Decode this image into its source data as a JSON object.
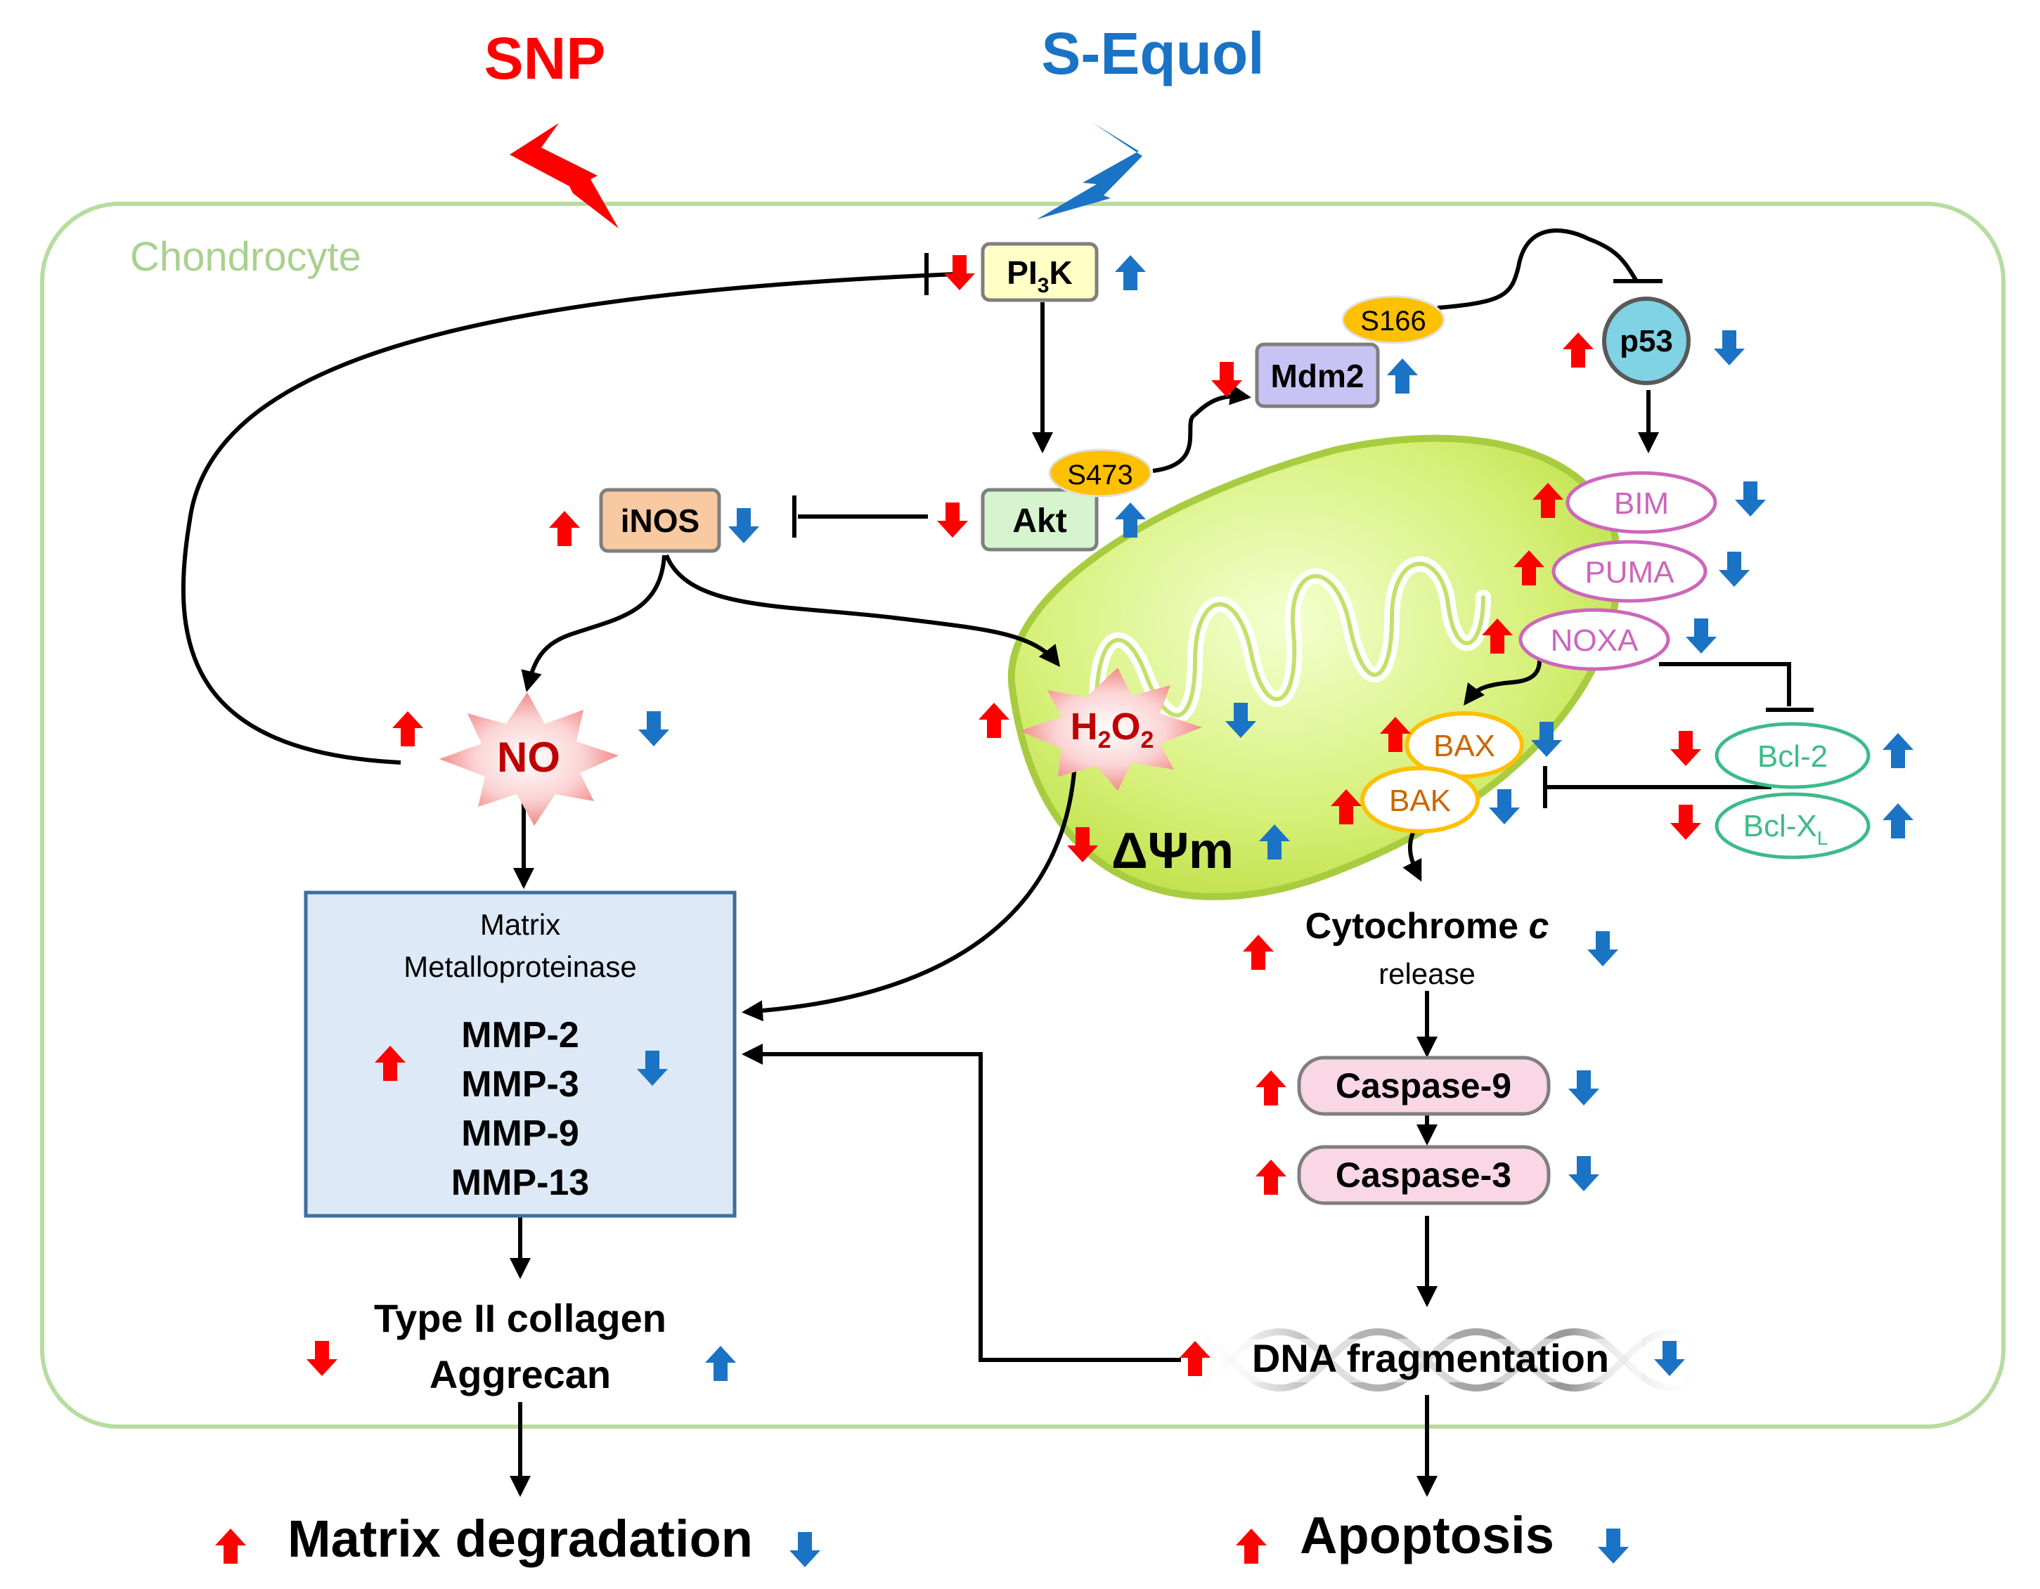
{
  "stimuli": {
    "snp": "SNP",
    "equol": "S-Equol"
  },
  "cell_label": "Chondrocyte",
  "nodes": {
    "pi3k_main": "PI",
    "pi3k_sub": "3",
    "pi3k_end": "K",
    "akt": "Akt",
    "s473": "S473",
    "mdm2": "Mdm2",
    "s166": "S166",
    "p53": "p53",
    "inos": "iNOS",
    "no": "NO",
    "h2o2_h": "H",
    "h2o2_2a": "2",
    "h2o2_o": "O",
    "h2o2_2b": "2",
    "bim": "BIM",
    "puma": "PUMA",
    "noxa": "NOXA",
    "bax": "BAX",
    "bak": "BAK",
    "bcl2": "Bcl-2",
    "bclxl_main": "Bcl-X",
    "bclxl_sub": "L",
    "dpsi": "ΔΨm",
    "cytc_main": "Cytochrome ",
    "cytc_italic": "c",
    "cytc_release": "release",
    "casp9": "Caspase-9",
    "casp3": "Caspase-3",
    "dna_frag": "DNA fragmentation",
    "mmp_title1": "Matrix",
    "mmp_title2": "Metalloproteinase",
    "mmp2": "MMP-2",
    "mmp3": "MMP-3",
    "mmp9": "MMP-9",
    "mmp13": "MMP-13",
    "collagen": "Type II collagen",
    "aggrecan": "Aggrecan"
  },
  "outcomes": {
    "matrix": "Matrix degradation",
    "apoptosis": "Apoptosis"
  },
  "colors": {
    "up_red": "#ff0000",
    "down_blue": "#1a73c4",
    "cell_border": "#b8dca0",
    "chondro_text": "#a9d18e",
    "pi3k_fill": "#ffffc6",
    "akt_fill": "#d6f5cf",
    "mdm2_fill": "#c9c3f3",
    "p53_fill": "#7fd3e5",
    "inos_fill": "#f9c9a2",
    "phospho": "#ffc000",
    "bh3": "#cc66bb",
    "bax": "#cc6600",
    "bcl": "#3dba8a",
    "caspase_fill": "#f9d7e4",
    "mmp_fill": "#dde9f6",
    "mmp_border": "#3f6e9e",
    "node_text_red": "#c00000"
  }
}
